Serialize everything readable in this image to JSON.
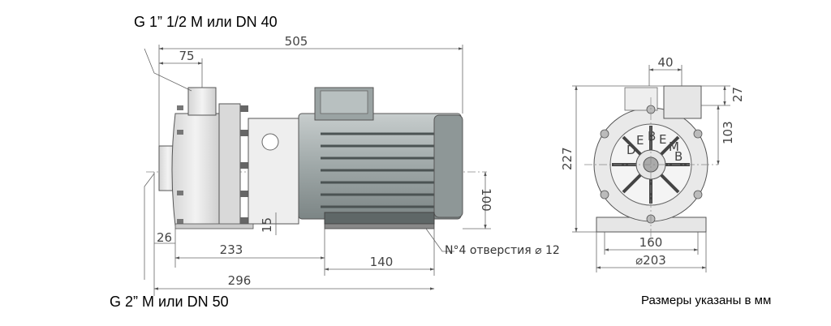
{
  "labels": {
    "inlet_top": "G 1” 1/2  M или DN 40",
    "outlet_bottom": "G 2”  M или DN 50",
    "holes": "N°4 отверстия ⌀ 12",
    "units_note": "Размеры указаны в мм"
  },
  "dimensions": {
    "side": {
      "overall_length": "505",
      "to_top_port": "75",
      "foot_offset": "26",
      "to_feet": "233",
      "feet_spacing": "140",
      "total_base": "296",
      "shaft_height": "100",
      "base_thickness": "15"
    },
    "front": {
      "port_width": "40",
      "port_height": "27",
      "port_axis_height": "103",
      "total_height": "227",
      "feet_spacing": "160",
      "base_width": "⌀203"
    }
  },
  "logo_letters": [
    "D",
    "E",
    "B",
    "E",
    "M",
    "B"
  ],
  "colors": {
    "motor_body": "#a9b2b2",
    "pump_body": "#e6e6e6",
    "outline": "#555555"
  }
}
